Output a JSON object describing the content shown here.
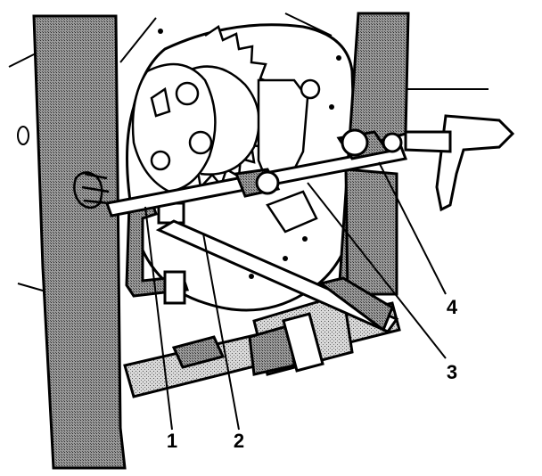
{
  "figure": {
    "background": "#ffffff",
    "ink": "#000000",
    "shade": "#8a8a8a",
    "callouts": [
      {
        "id": "1",
        "label": "1"
      },
      {
        "id": "2",
        "label": "2"
      },
      {
        "id": "3",
        "label": "3"
      },
      {
        "id": "4",
        "label": "4"
      }
    ]
  }
}
